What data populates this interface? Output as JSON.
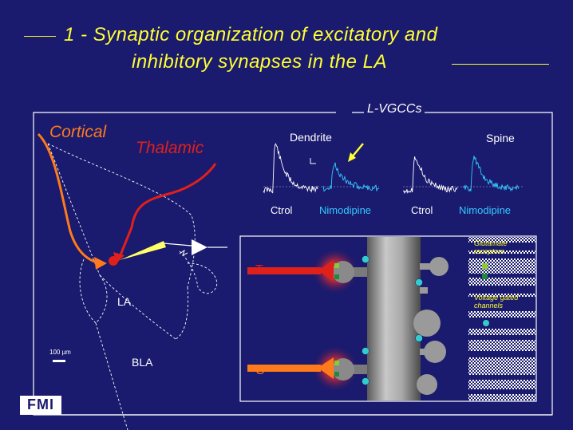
{
  "title": {
    "line1": "1 - Synaptic organization of excitatory and",
    "line2": "inhibitory synapses in the LA"
  },
  "panel": {
    "label": "L-VGCCs"
  },
  "anatomy": {
    "cortical": "Cortical",
    "thalamic": "Thalamic",
    "la": "LA",
    "bla": "BLA",
    "scale": "100 µm"
  },
  "traces": {
    "dendrite": "Dendrite",
    "spine": "Spine",
    "ctrol_1": "Ctrol",
    "nimodipine_1": "Nimodipine",
    "ctrol_2": "Ctrol",
    "nimodipine_2": "Nimodipine"
  },
  "schematic": {
    "t_label": "T",
    "c_label": "C"
  },
  "legend": {
    "glutamate_receptors": "Glutamate receptors",
    "voltage_gated": "Voltage gated channels"
  },
  "logo": "FMI",
  "colors": {
    "background": "#1a1a6e",
    "title": "#ffff33",
    "cortical": "#ff7a1a",
    "thalamic": "#e0201a",
    "trace_control": "#ffffff",
    "trace_drug": "#33ccff"
  }
}
